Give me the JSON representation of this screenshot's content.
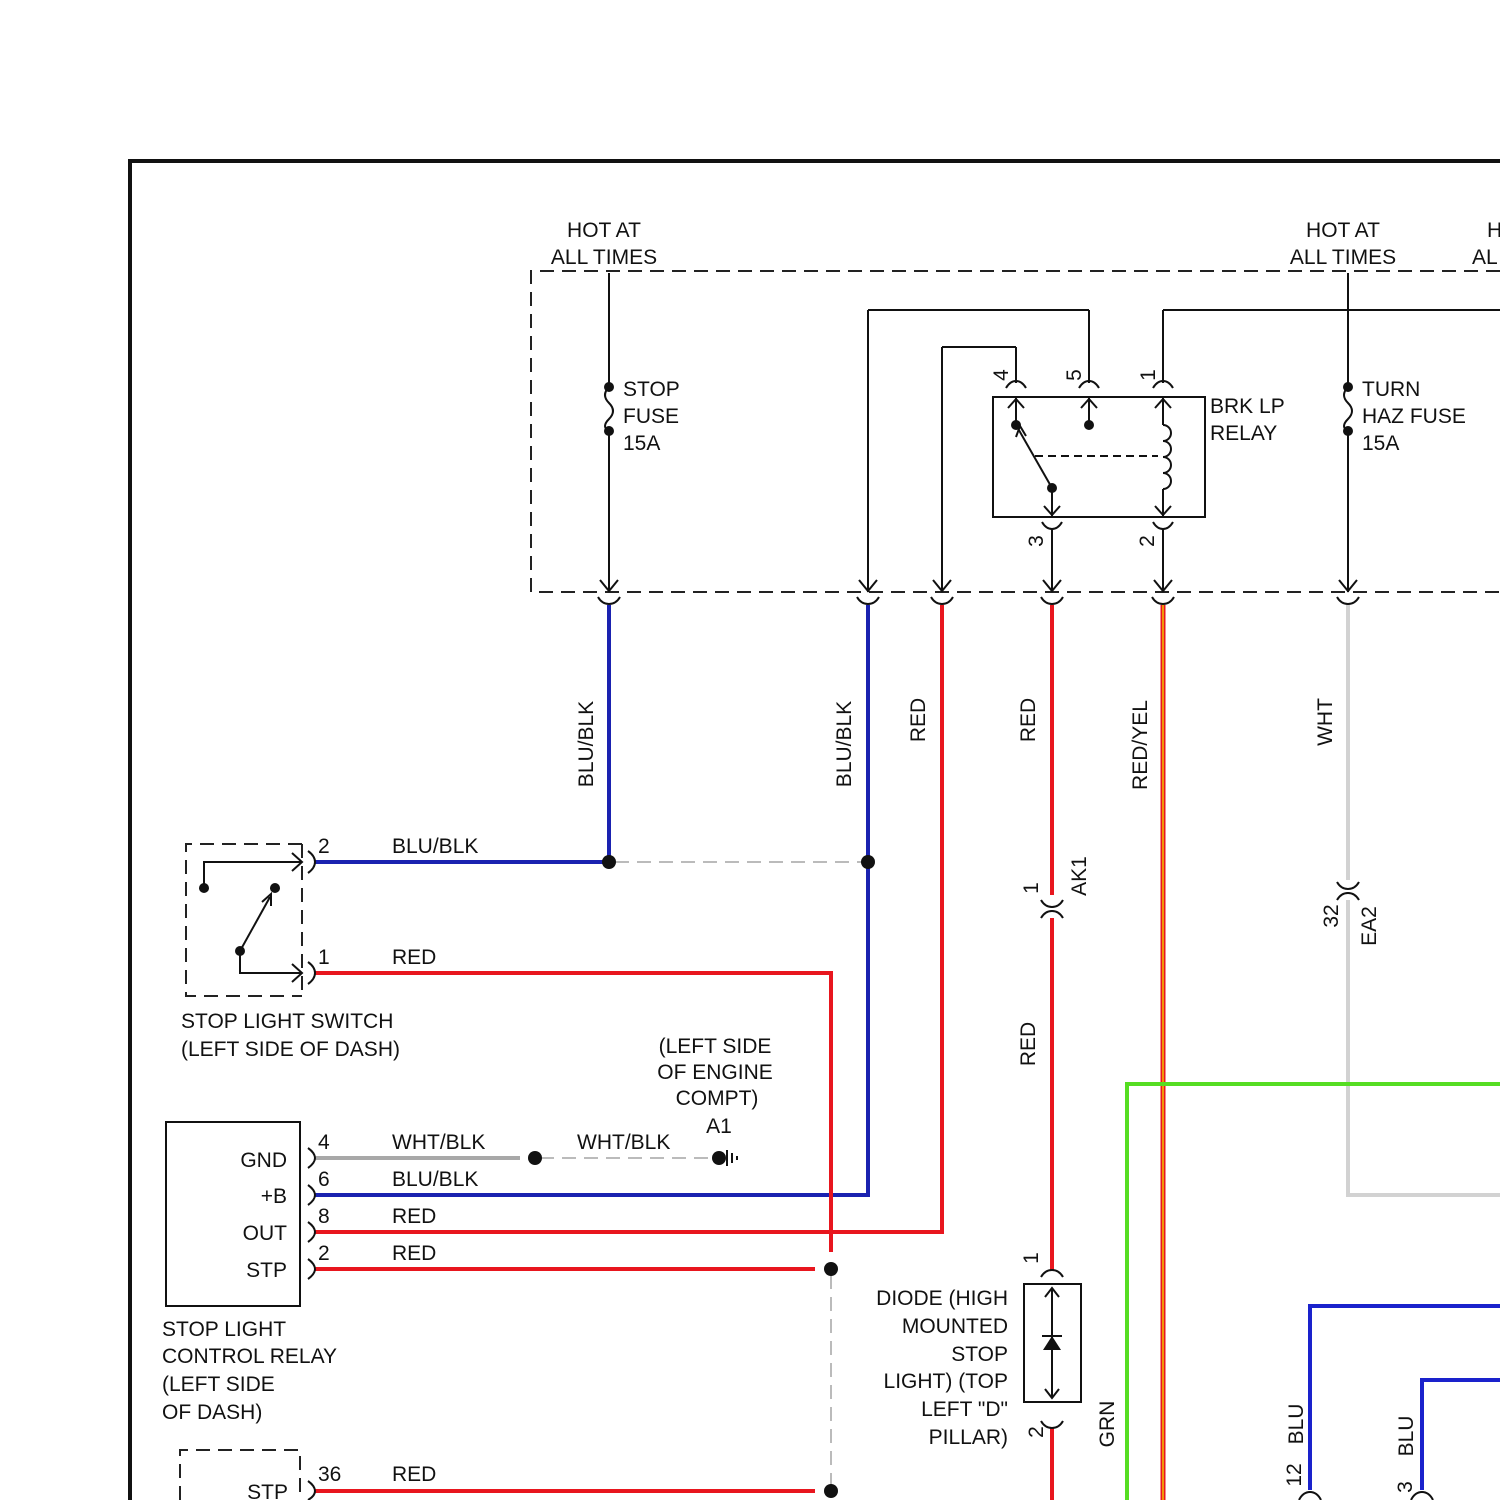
{
  "colors": {
    "blu_blk": "#1a22b0",
    "red": "#e8161e",
    "red_yel_outer": "#e8161e",
    "red_yel_inner": "#f2c200",
    "wht": "#d2d2d2",
    "wht_blk": "#a8a8a8",
    "grn": "#55dd22",
    "blu": "#1a22cc"
  },
  "power": {
    "left": [
      "HOT AT",
      "ALL TIMES"
    ],
    "right": [
      "HOT AT",
      "ALL TIMES"
    ],
    "edge": [
      "H",
      "AL"
    ]
  },
  "fuses": {
    "stop": [
      "STOP",
      "FUSE",
      "15A"
    ],
    "turn_haz": [
      "TURN",
      "HAZ FUSE",
      "15A"
    ]
  },
  "relay": {
    "name": [
      "BRK LP",
      "RELAY"
    ],
    "pins": {
      "p4": "4",
      "p5": "5",
      "p1": "1",
      "p3": "3",
      "p2": "2"
    }
  },
  "wire_labels": {
    "v1": "BLU/BLK",
    "v2": "BLU/BLK",
    "v3": "RED",
    "v4": "RED",
    "v5": "RED/YEL",
    "v6": "WHT",
    "v7": "RED",
    "grn": "GRN",
    "blu_a": "BLU",
    "blu_b": "BLU"
  },
  "connectors": {
    "ak1": "AK1",
    "ak1_pin": "1",
    "ea2": "EA2",
    "ea2_pin": "32",
    "diode_pin_top": "1",
    "diode_pin_bottom": "2",
    "bottom_pin_12": "12",
    "bottom_pin_3": "3"
  },
  "stop_switch": {
    "pin_top": "2",
    "pin_bottom": "1",
    "wire_top": "BLU/BLK",
    "wire_bottom": "RED",
    "name": [
      "STOP LIGHT SWITCH",
      "(LEFT SIDE OF DASH)"
    ]
  },
  "ground": {
    "location": [
      "(LEFT SIDE",
      "OF ENGINE",
      "COMPT)"
    ],
    "id": "A1",
    "wire": "WHT/BLK"
  },
  "control_relay": {
    "terminals": [
      "GND",
      "+B",
      "OUT",
      "STP"
    ],
    "pins": [
      "4",
      "6",
      "8",
      "2"
    ],
    "wires": [
      "WHT/BLK",
      "BLU/BLK",
      "RED",
      "RED"
    ],
    "name": [
      "STOP LIGHT",
      "CONTROL RELAY",
      "(LEFT SIDE",
      "OF DASH)"
    ]
  },
  "diode": {
    "name": [
      "DIODE (HIGH",
      "MOUNTED",
      "STOP",
      "LIGHT) (TOP",
      "LEFT \"D\"",
      "PILLAR)"
    ]
  },
  "bottom_module": {
    "terminal": "STP",
    "pin": "36",
    "wire": "RED"
  }
}
